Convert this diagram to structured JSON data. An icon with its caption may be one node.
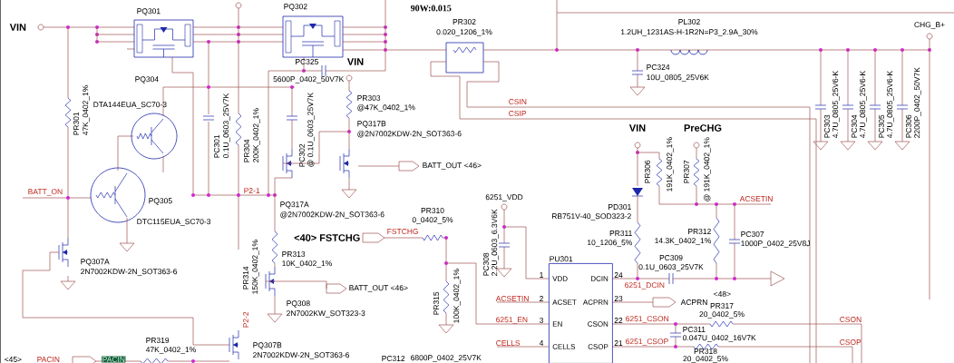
{
  "diagram": {
    "nodes": [
      {
        "text": [
          "VDD",
          "DCIN",
          "ACSET",
          "ACPRN",
          "EN",
          "CSON",
          "CELLS",
          "CSOP"
        ],
        "beside": [
          "PU301",
          "1",
          "24",
          "2",
          "23",
          "3",
          "22",
          "4",
          "21"
        ]
      }
    ],
    "labels": [
      "VIN",
      "PQ301",
      "PQ302",
      "90W:0.015",
      "PR302",
      "0.020_1206_1%",
      "PL302",
      "1.2UH_1231AS-H-1R2N=P3_2.9A_30%",
      "CHG_B+",
      "PQ304",
      "DTA144EUA_SC70-3",
      "PR301",
      "47K_0402_1%",
      "PC301",
      "0.1U_0603_25V7K",
      "PR304",
      "200K_0402_1%",
      "PC325",
      "VIN",
      "5600P_0402_50V7K",
      "PC302",
      "@ 0.1U_0603_25V7K",
      "PR303",
      "@47K_0402_1%",
      "PQ317B",
      "@2N7002KDW-2N_SOT363-6",
      "BATT_OUT <46>",
      "PC324",
      "10U_0805_25V6K",
      "CSIN",
      "CSIP",
      "VIN",
      "PreCHG",
      "PC303",
      "4.7U_0805_25V6-K",
      "PC304",
      "4.7U_0805_25V6-K",
      "PC305",
      "4.7U_0805_25V6-K",
      "PC306",
      "2200P_0402_50V7K",
      "PR306",
      "191K_0402_1%",
      "PR307",
      "@ 191K_0402_1%",
      "BATT_ON",
      "PQ305",
      "DTC115EUA_SC70-3",
      "P2-1",
      "PQ317A",
      "@2N7002KDW-2N_SOT363-6",
      "PD301",
      "RB751V-40_SOD323-2",
      "6251_VDD",
      "PR310",
      "0_0402_5%",
      "<40> FSTCHG",
      "FSTCHG",
      "ACSETIN",
      "PR311",
      "10_1206_5%",
      "PR312",
      "14.3K_0402_1%",
      "PC307",
      "1000P_0402_25V8J",
      "PR313",
      "10K_0402_1%",
      "PC308",
      "2.2U_0603_6.3V6K",
      "PR315",
      "100K_0402_1%",
      "PR314",
      "150K_0402_1%",
      "BATT_OUT <46>",
      "PQ307A",
      "2N7002KDW-2N_SOT363-6",
      "PQ308",
      "2N7002KW_SOT323-3",
      "P2-2",
      "PC309",
      "0.1U_0603_25V7K",
      "6251_DCIN",
      "ACPRN",
      "<48>",
      "PR317",
      "20_0402_5%",
      "ACSETIN",
      "6251_EN",
      "6251_CSON",
      "CSON",
      "PC311",
      "PR319",
      "PQ307B",
      "CELLS",
      "6251_CSOP",
      "0.047U_0402_16V7K",
      "CSOP",
      "47K_0402_1%",
      "2N7002KDW-2N_SOT363-6",
      "PR318",
      "<45>",
      "PACIN",
      "PACIN",
      "PC312",
      "6800P_0402_25V7K",
      "20_0402_5%"
    ]
  }
}
